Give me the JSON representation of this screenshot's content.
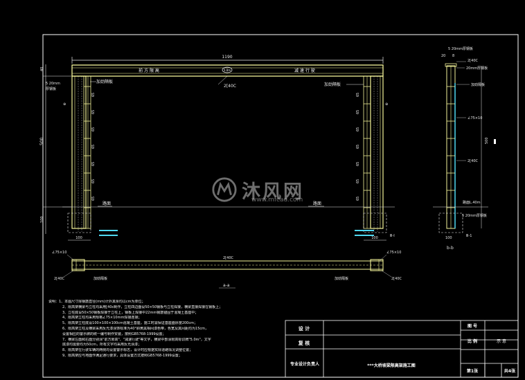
{
  "drawing": {
    "title": "***大桥坡梁限高架施工图",
    "front_labels": {
      "overall_width": "1190",
      "left_top_dim": "40",
      "beam_text_left": "前 方 限 高",
      "beam_height_mark": "5.0m",
      "beam_text_right": "减 速 行 驶",
      "beam_member": "2[40C",
      "stiffener_left": "加劲隔板",
      "stiffener_right": "加劲隔板",
      "plate_note_1": "5 20mm",
      "plate_note_2": "厚钢板",
      "column_height": "500",
      "road_left": "路面",
      "road_right": "路面",
      "base_dim": "100",
      "base_left": "100",
      "base_right": "100",
      "section_mark": "Ⅲ-Ⅰ",
      "col_spacing": [
        "65",
        "65",
        "65",
        "65",
        "65",
        "65",
        "65"
      ]
    },
    "side_labels": {
      "top_plate": "5 20mm厚钢板",
      "dim_a": "20",
      "dim_b": "8",
      "channel_top": "2[40C",
      "plate_20": "20mm厚钢板",
      "stiffener": "加劲隔板",
      "angle": "∠75×10",
      "channel_mid": "2[40C",
      "height": "500",
      "road": "路面L.40m",
      "plate_bottom": "5 20mm厚钢板",
      "base": "100",
      "section_mark": "Ⅲ-1",
      "view_name": "b-b"
    },
    "plan_labels": {
      "angle_left": "∠75×10",
      "angle_right": "∠75×10",
      "member": "2[40C",
      "channel_left": "2[40C",
      "channel_right": "2[40C",
      "stiffener_left": "加劲隔板",
      "stiffener_right": "加劲隔板",
      "view_name": "a-a"
    },
    "notes": [
      "说明：1、本图尺寸除钢筋直径(mm)计外其余均以cm为单位；",
      "2、限高架横梁与立柱均采用[40c制作，立柱四边面设50×50钢板与立柱焊接，横梁直接焊接在钢板上；",
      "3、立柱底设50×50钢板焊接于立柱上，钢板上焊接中22mm钢筋锚固于混凝土基座中；",
      "4、限高架立柱均采用规格∠75×10mm焊接连接；",
      "5、限高架立柱底设100×100×100cm混凝土基座，施工时需保证基座面厚度200cm；",
      "6、限高架立柱及横梁采用反光漆涂饰标准为40°斜黄黑相间漆色带，色宽及其间距均为15cm，",
      "设置相应的警示牌的统一编号制作安装，按照GB5768-1999设置；",
      "7、横梁左面和右面分别涂\"前方限高\"、\"减速行驶\"等文字，横梁中部涂限高标识牌\"5.0m\"，文字",
      "底漆均需要均为50cm，所有文字均采用反光涂漆；",
      "8、限高架在行驶车辆的两侧均设置警示标志，设计时应根据实际道路情况调整位置；",
      "9、限高架应与地面作满足通行要求，具体设置方式按照GB5768-1999设置；"
    ],
    "title_block": {
      "design": "设 计",
      "review": "复 核",
      "responsible": "专业设计负责人",
      "drawing_no_label": "图 号",
      "scale_label": "比 例",
      "scale_value": "示 意",
      "sheet": "第1张",
      "sheets": "共4张"
    },
    "watermark": {
      "main": "沐风网",
      "sub": "www.mfcad.com"
    }
  }
}
